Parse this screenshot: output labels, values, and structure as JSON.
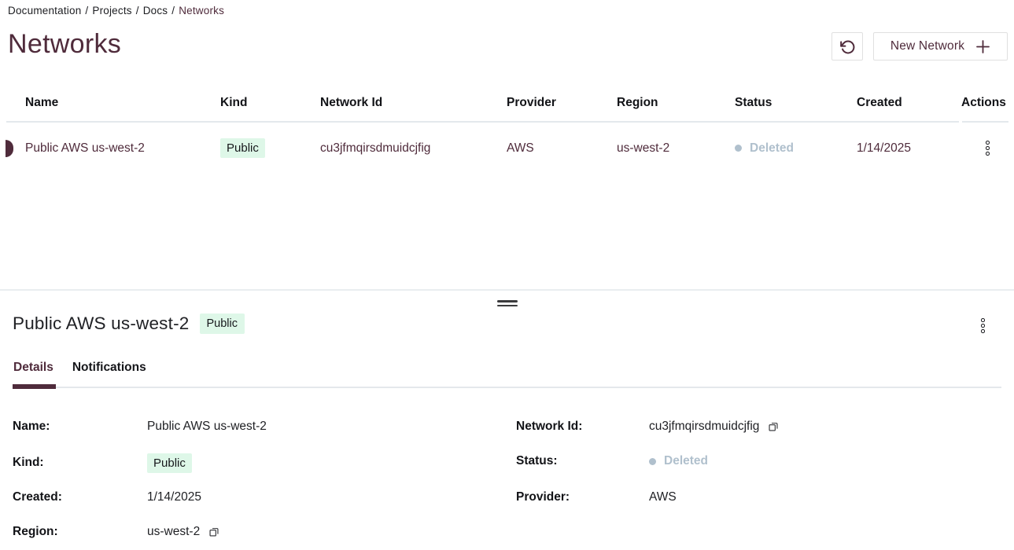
{
  "breadcrumb": {
    "separator": "/",
    "items": [
      "Documentation",
      "Projects",
      "Docs"
    ],
    "current": "Networks"
  },
  "header": {
    "title": "Networks",
    "new_network_label": "New Network"
  },
  "table": {
    "columns": [
      "Name",
      "Kind",
      "Network Id",
      "Provider",
      "Region",
      "Status",
      "Created",
      "Actions"
    ],
    "rows": [
      {
        "name": "Public AWS us-west-2",
        "kind": "Public",
        "network_id": "cu3jfmqirsdmuidcjfig",
        "provider": "AWS",
        "region": "us-west-2",
        "status": "Deleted",
        "created": "1/14/2025",
        "selected": true
      }
    ]
  },
  "panel": {
    "title": "Public AWS us-west-2",
    "badge": "Public",
    "tabs": [
      {
        "label": "Details",
        "active": true
      },
      {
        "label": "Notifications",
        "active": false
      }
    ],
    "fields_left": [
      {
        "label": "Name:",
        "value": "Public AWS us-west-2"
      },
      {
        "label": "Kind:",
        "value": "Public"
      },
      {
        "label": "Created:",
        "value": "1/14/2025"
      },
      {
        "label": "Region:",
        "value": "us-west-2"
      }
    ],
    "fields_right": [
      {
        "label": "Network Id:",
        "value": "cu3jfmqirsdmuidcjfig"
      },
      {
        "label": "Status:",
        "value": "Deleted"
      },
      {
        "label": "Provider:",
        "value": "AWS"
      }
    ]
  },
  "colors": {
    "accent": "#4F2B3B",
    "badge_bg": "#DEF7E8",
    "status_muted": "#B0C0CD",
    "divider": "#E4E8EC"
  }
}
